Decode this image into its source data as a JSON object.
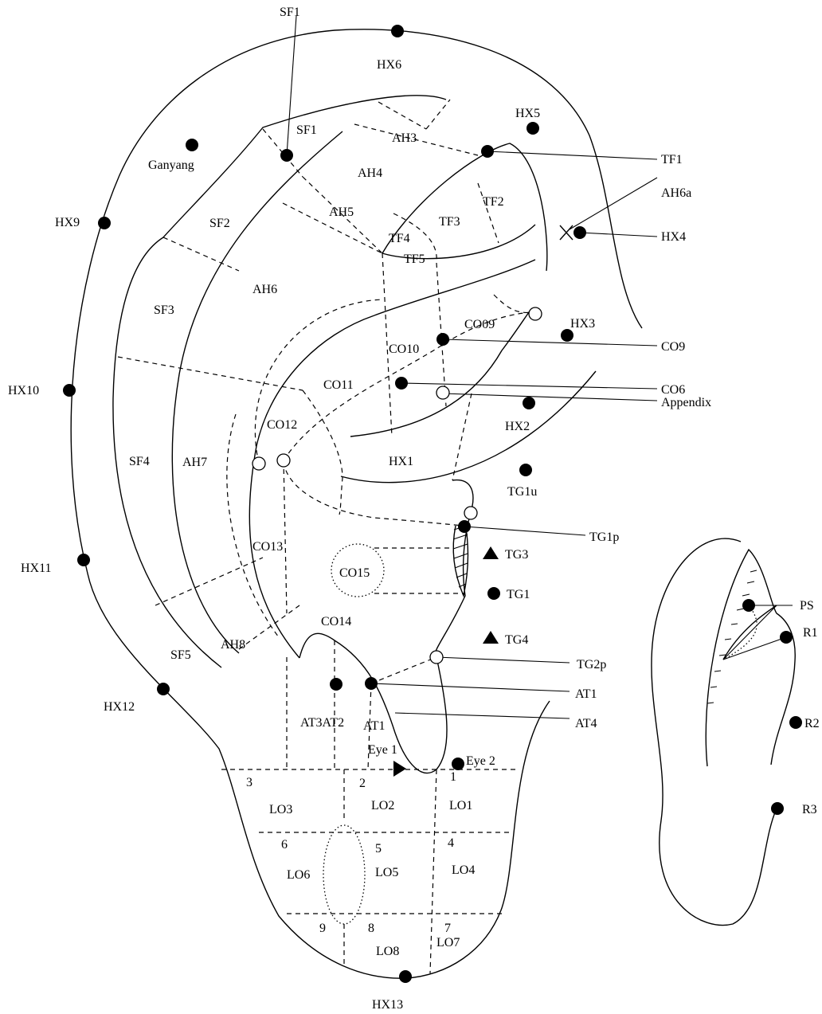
{
  "labels": {
    "SF1_top": "SF1",
    "HX6": "HX6",
    "HX5": "HX5",
    "SF1": "SF1",
    "AH3": "AH3",
    "TF1": "TF1",
    "Ganyang": "Ganyang",
    "AH4": "AH4",
    "TF2": "TF2",
    "AH6a": "AH6a",
    "AH5": "AH5",
    "TF3": "TF3",
    "HX9": "HX9",
    "SF2": "SF2",
    "TF4": "TF4",
    "HX4": "HX4",
    "TF5": "TF5",
    "AH6": "AH6",
    "SF3": "SF3",
    "CO09": "CO09",
    "HX3": "HX3",
    "CO10": "CO10",
    "CO9": "CO9",
    "HX10": "HX10",
    "CO11": "CO11",
    "CO6": "CO6",
    "Appendix": "Appendix",
    "CO12": "CO12",
    "HX2": "HX2",
    "SF4": "SF4",
    "AH7": "AH7",
    "HX1": "HX1",
    "TG1u": "TG1u",
    "TG1p": "TG1p",
    "CO13": "CO13",
    "TG3": "TG3",
    "HX11": "HX11",
    "CO15": "CO15",
    "TG1": "TG1",
    "PS": "PS",
    "R1": "R1",
    "CO14": "CO14",
    "TG4": "TG4",
    "SF5": "SF5",
    "AH8": "AH8",
    "TG2p": "TG2p",
    "AT1_right": "AT1",
    "HX12": "HX12",
    "AT3AT2": "AT3AT2",
    "AT4": "AT4",
    "R2": "R2",
    "AT1": "AT1",
    "Eye1": "Eye 1",
    "Eye2": "Eye 2",
    "n3": "3",
    "n2": "2",
    "n1": "1",
    "R3": "R3",
    "LO3": "LO3",
    "LO2": "LO2",
    "LO1": "LO1",
    "n6": "6",
    "n4": "4",
    "n5": "5",
    "LO6": "LO6",
    "LO5": "LO5",
    "LO4": "LO4",
    "n9": "9",
    "n8": "8",
    "n7": "7",
    "LO7": "LO7",
    "LO8": "LO8",
    "HX13": "HX13"
  }
}
